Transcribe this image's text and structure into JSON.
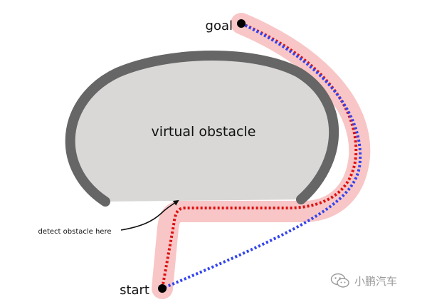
{
  "labels": {
    "goal": "goal",
    "start": "start",
    "obstacle": "virtual obstacle",
    "annotation": "detect obstacle here"
  },
  "watermark": {
    "text": "小鹏汽车",
    "icon": "wechat-icon"
  },
  "colors": {
    "corridor": "#f8c6c6",
    "obstacle_fill": "#d9d8d7",
    "obstacle_border": "#666666",
    "red_path": "#e01010",
    "blue_path": "#3344ee",
    "point": "#000000"
  }
}
